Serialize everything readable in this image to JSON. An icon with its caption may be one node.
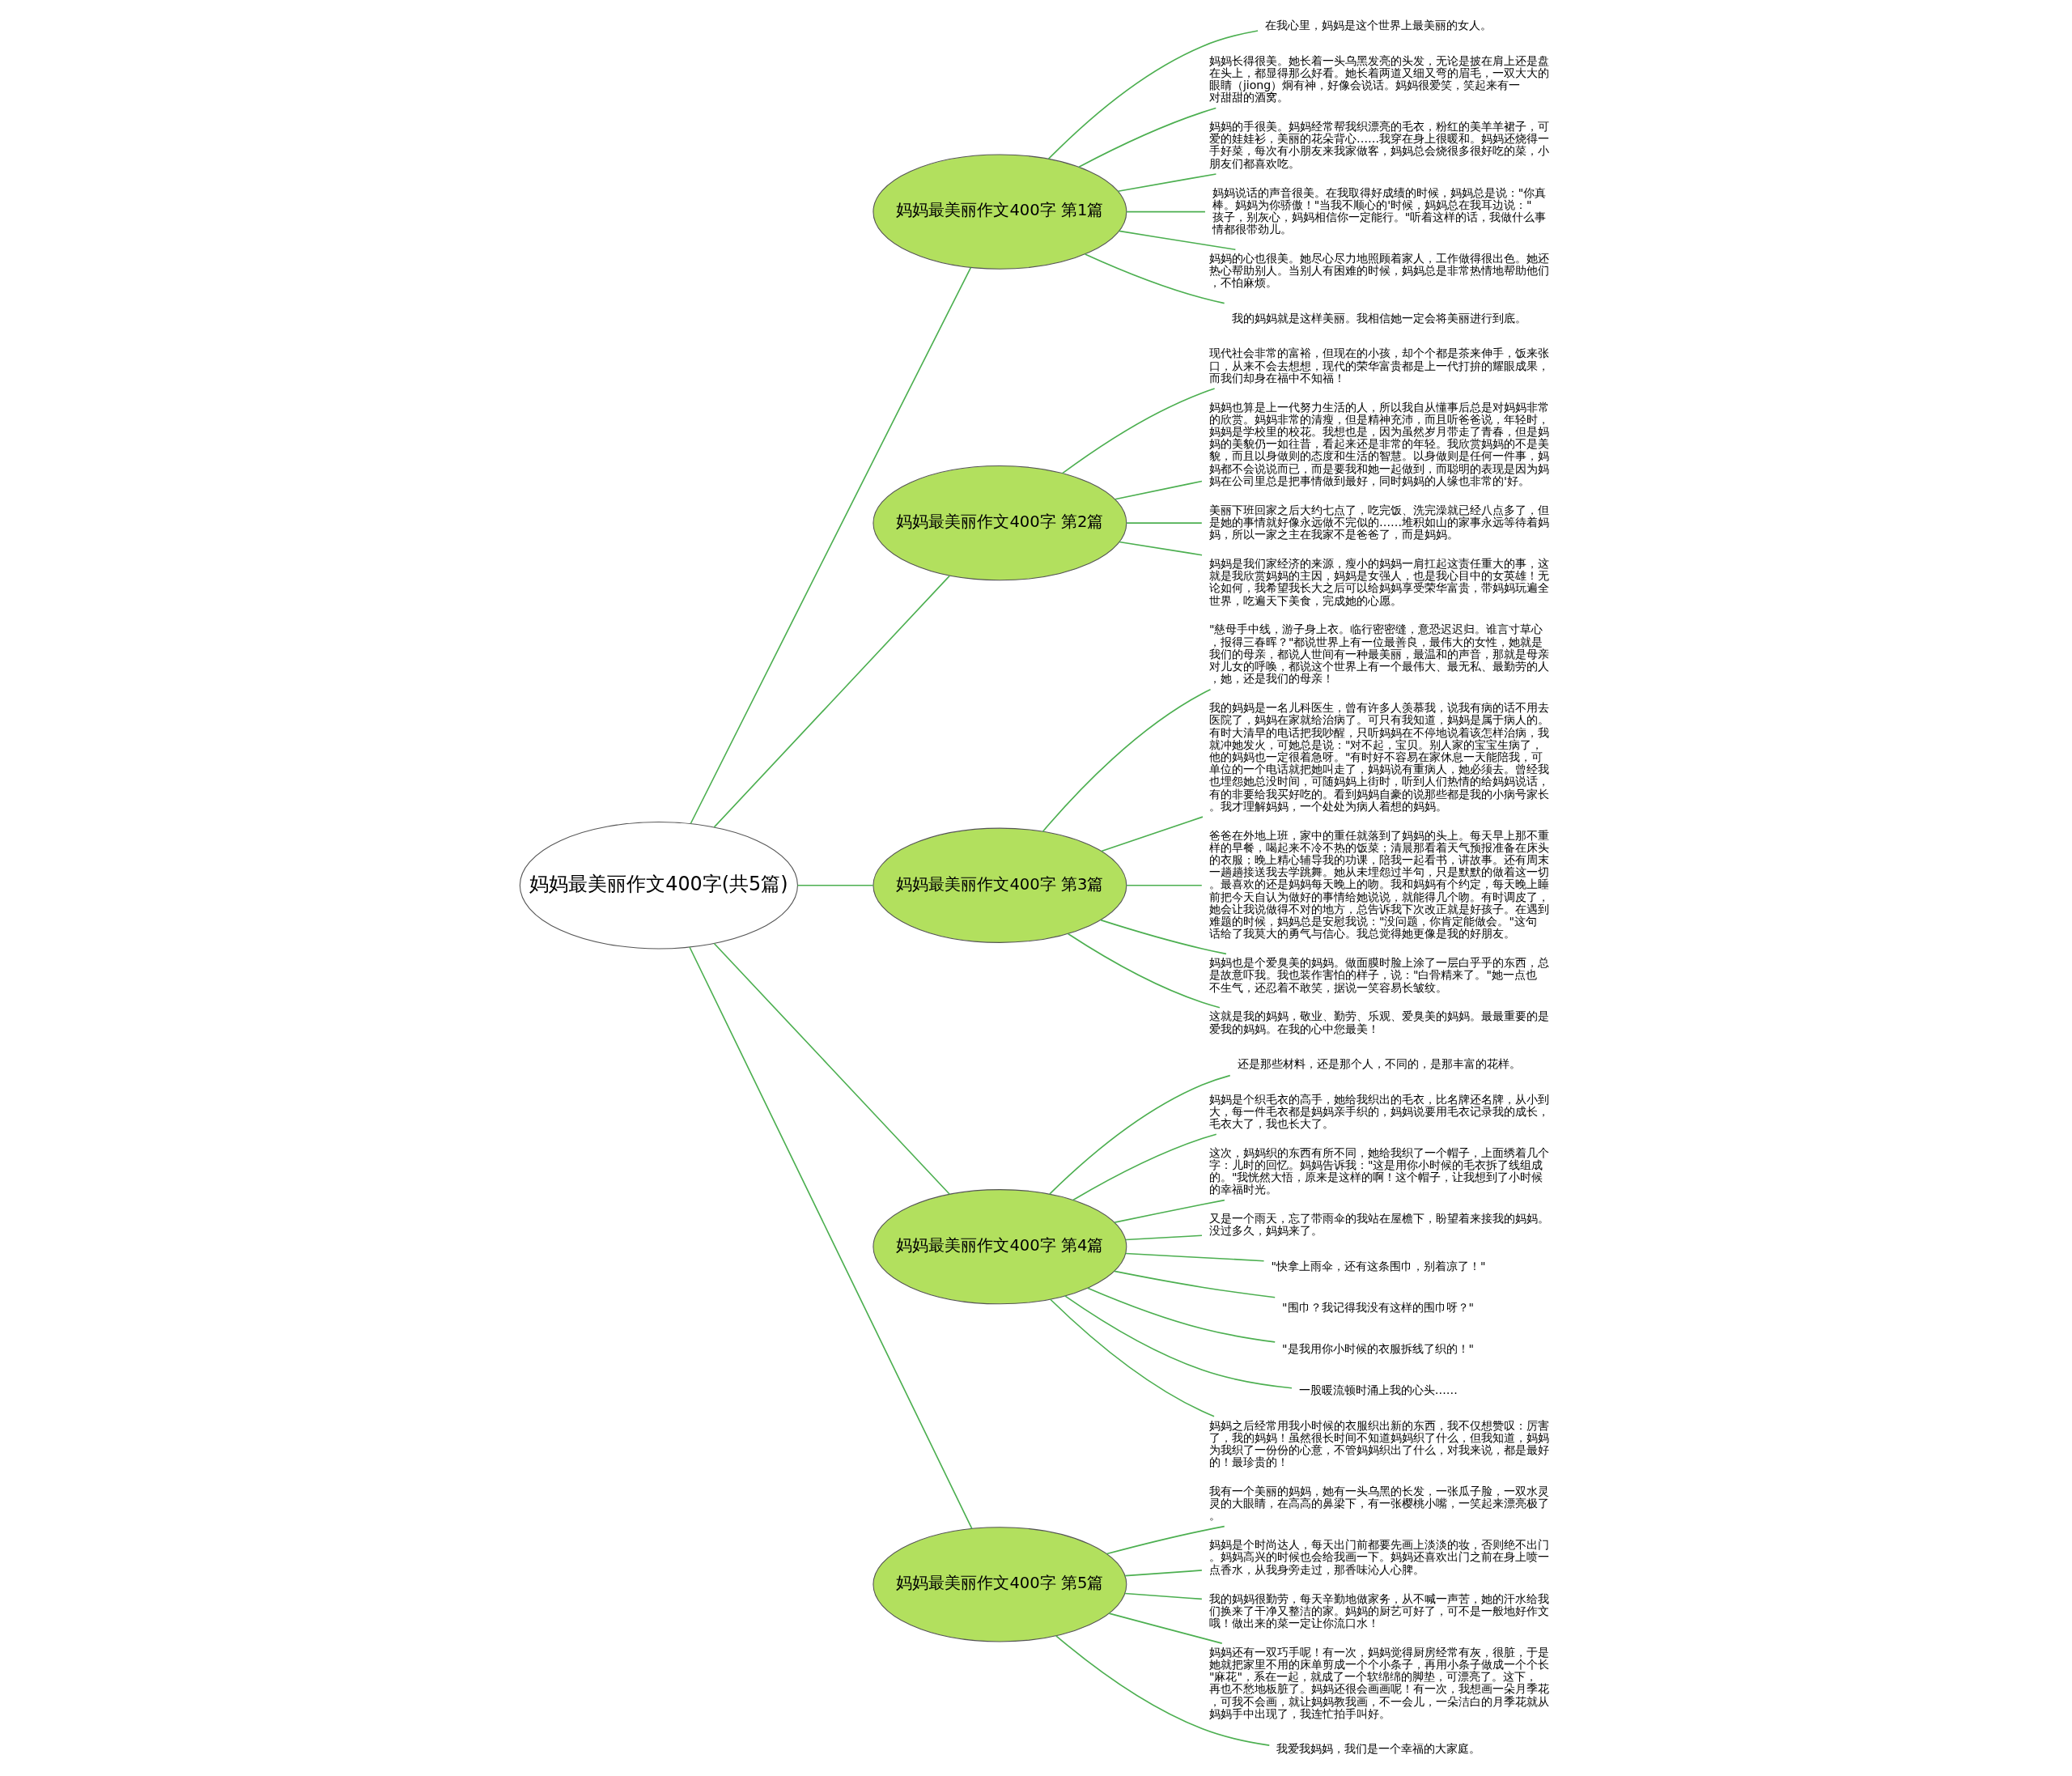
{
  "diagram": {
    "nodes": [
      {
        "text": [
          "妈妈最美丽作文400字(共5篇)"
        ]
      },
      {
        "text": [
          "妈妈最美丽作文400字 第1篇"
        ]
      },
      {
        "text": [
          "在我心里，妈妈是这个世界上最美丽的女人。"
        ]
      },
      {
        "text": [
          "妈妈长得很美。她长着一头乌黑发亮的头发，无论是披在肩上还是盘在头上，都显得那么好看。她长着两道又细又弯的眉毛，一双大大的眼睛（jiong）炯有神，好像会说话。妈妈很爱笑，笑起来有一对甜甜的酒窝。"
        ]
      },
      {
        "text": [
          "妈妈的手很美。妈妈经常帮我织漂亮的毛衣，粉红的美羊羊裙子，可爱的娃娃衫，美丽的花朵背心……我穿在身上很暖和。妈妈还烧得一手好菜，每次有小朋友来我家做客，妈妈总会烧很多很好吃的菜，小朋友们都喜欢吃。"
        ]
      },
      {
        "text": [
          "妈妈说话的声音很美。在我取得好成绩的时候，妈妈总是说：\"你真棒。妈妈为你骄傲！\"当我不顺心的'时候，妈妈总在我耳边说：\"孩子，别灰心，妈妈相信你一定能行。\"听着这样的话，我做什么事情都很带劲儿。"
        ]
      },
      {
        "text": [
          "妈妈的心也很美。她尽心尽力地照顾着家人，工作做得很出色。她还热心帮助别人。当别人有困难的时候，妈妈总是非常热情地帮助他们，不怕麻烦。"
        ]
      },
      {
        "text": [
          "我的妈妈就是这样美丽。我相信她一定会将美丽进行到底。"
        ]
      },
      {
        "text": [
          "妈妈最美丽作文400字 第2篇"
        ]
      },
      {
        "text": [
          "现代社会非常的富裕，但现在的小孩，却个个都是茶来伸手，饭来张口，从来不会去想想，现代的荣华富贵都是上一代打拚的耀眼成果，而我们却身在福中不知福！"
        ]
      },
      {
        "text": [
          "妈妈也算是上一代努力生活的人，所以我自从懂事后总是对妈妈非常的欣赏。妈妈非常的清瘦，但是精神充沛，而且听爸爸说，年轻时，妈妈是学校里的校花。我想也是，因为虽然岁月带走了青春，但是妈妈的美貌仍一如往昔，看起来还是非常的年轻。我欣赏妈妈的不是美貌，而且以身做则的态度和生活的智慧。以身做则是任何一件事，妈妈都不会说说而已，而是要我和她一起做到，而聪明的表现是因为妈妈在公司里总是把事情做到最好，同时妈妈的人缘也非常的'好。"
        ]
      },
      {
        "text": [
          "美丽下班回家之后大约七点了，吃完饭、洗完澡就已经八点多了，但是她的事情就好像永远做不完似的……堆积如山的家事永远等待着妈妈，所以一家之主在我家不是爸爸了，而是妈妈。"
        ]
      },
      {
        "text": [
          "妈妈是我们家经济的来源，瘦小的妈妈一肩扛起这责任重大的事，这就是我欣赏妈妈的主因，妈妈是女强人，也是我心目中的女英雄！无论如何，我希望我长大之后可以给妈妈享受荣华富贵，带妈妈玩遍全世界，吃遍天下美食，完成她的心愿。"
        ]
      },
      {
        "text": [
          "妈妈最美丽作文400字 第3篇"
        ]
      },
      {
        "text": [
          "\"慈母手中线，游子身上衣。临行密密缝，意恐迟迟归。谁言寸草心，报得三春晖？\"都说世界上有一位最善良，最伟大的女性，她就是我们的母亲，都说人世间有一种最美丽，最温和的声音，那就是母亲对儿女的呼唤，都说这个世界上有一个最伟大、最无私、最勤劳的人，她，还是我们的母亲！"
        ]
      },
      {
        "text": [
          "我的妈妈是一名儿科医生，曾有许多人羡慕我，说我有病的话不用去医院了，妈妈在家就给治病了。可只有我知道，妈妈是属于病人的。有时大清早的电话把我吵醒，只听妈妈在不停地说着该怎样治病，我就冲她发火，可她总是说：\"对不起，宝贝。别人家的宝宝生病了，他的妈妈也一定很着急呀。\"有时好不容易在家休息一天能陪我，可单位的一个电话就把她叫走了，妈妈说有重病人，她必须去。曾经我也埋怨她总没时间，可随妈妈上街时，听到人们热情的给妈妈说话，有的非要给我买好吃的。看到妈妈自豪的说那些都是我的小病号家长。我才理解妈妈，一个处处为病人着想的妈妈。"
        ]
      },
      {
        "text": [
          "爸爸在外地上班，家中的重任就落到了妈妈的头上。每天早上那不重样的早餐，喝起来不冷不热的饭菜；清晨那看着天气预报准备在床头的衣服；晚上精心辅导我的功课，陪我一起看书，讲故事。还有周末一趟趟接送我去学跳舞。她从未埋怨过半句，只是默默的做着这一切。最喜欢的还是妈妈每天晚上的吻。我和妈妈有个约定，每天晚上睡前把今天自认为做好的事情给她说说，就能得几个吻。有时调皮了，她会让我说做得不对的地方，总告诉我下次改正就是好孩子。在遇到难题的时候，妈妈总是安慰我说：\"没问题，你肯定能做会。\"这句话给了我莫大的勇气与信心。我总觉得她更像是我的好朋友。"
        ]
      },
      {
        "text": [
          "妈妈也是个爱臭美的妈妈。做面膜时脸上涂了一层白乎乎的东西，总是故意吓我。我也装作害怕的样子，说：\"白骨精来了。\"她一点也不生气，还忍着不敢笑，据说一笑容易长皱纹。"
        ]
      },
      {
        "text": [
          "这就是我的妈妈，敬业、勤劳、乐观、爱臭美的妈妈。最最重要的是爱我的妈妈。在我的心中您最美！"
        ]
      },
      {
        "text": [
          "妈妈最美丽作文400字 第4篇"
        ]
      },
      {
        "text": [
          "还是那些材料，还是那个人，不同的，是那丰富的花样。"
        ]
      },
      {
        "text": [
          "妈妈是个织毛衣的高手，她给我织出的毛衣，比名牌还名牌，从小到大，每一件毛衣都是妈妈亲手织的，妈妈说要用毛衣记录我的成长，毛衣大了，我也长大了。"
        ]
      },
      {
        "text": [
          "这次，妈妈织的东西有所不同，她给我织了一个帽子，上面绣着几个字：儿时的回忆。妈妈告诉我：\"这是用你小时候的毛衣拆了线组成的。\"我恍然大悟，原来是这样的啊！这个帽子，让我想到了小时候的幸福时光。"
        ]
      },
      {
        "text": [
          "又是一个雨天，忘了带雨伞的我站在屋檐下，盼望着来接我的妈妈。没过多久，妈妈来了。"
        ]
      },
      {
        "text": [
          "\"快拿上雨伞，还有这条围巾，别着凉了！\""
        ]
      },
      {
        "text": [
          "\"围巾？我记得我没有这样的围巾呀？\""
        ]
      },
      {
        "text": [
          "\"是我用你小时候的衣服拆线了织的！\""
        ]
      },
      {
        "text": [
          "一股暖流顿时涌上我的心头……"
        ]
      },
      {
        "text": [
          "妈妈之后经常用我小时候的衣服织出新的东西，我不仅想赞叹：厉害了，我的妈妈！虽然很长时间不知道妈妈织了什么，但我知道，妈妈为我织了一份份的心意，不管妈妈织出了什么，对我来说，都是最好的！最珍贵的！"
        ]
      },
      {
        "text": [
          "妈妈最美丽作文400字 第5篇"
        ]
      },
      {
        "text": [
          "我有一个美丽的妈妈，她有一头乌黑的长发，一张瓜子脸，一双水灵灵的大眼睛，在高高的鼻梁下，有一张樱桃小嘴，一笑起来漂亮极了。"
        ]
      },
      {
        "text": [
          "妈妈是个时尚达人，每天出门前都要先画上淡淡的妆，否则绝不出门。妈妈高兴的时候也会给我画一下。妈妈还喜欢出门之前在身上喷一点香水，从我身旁走过，那香味沁人心脾。"
        ]
      },
      {
        "text": [
          "我的妈妈很勤劳，每天辛勤地做家务，从不喊一声苦，她的汗水给我们换来了干净又整洁的家。妈妈的厨艺可好了，可不是一般地好作文哦！做出来的菜一定让你流口水！"
        ]
      },
      {
        "text": [
          "妈妈还有一双巧手呢！有一次，妈妈觉得厨房经常有灰，很脏，于是她就把家里不用的床单剪成一个个小条子，再用小条子做成一个个长\"麻花\"，系在一起，就成了一个软绵绵的脚垫，可漂亮了。这下，再也不愁地板脏了。妈妈还很会画画呢！有一次，我想画一朵月季花，可我不会画，就让妈妈教我画，不一会儿，一朵洁白的月季花就从妈妈手中出现了，我连忙拍手叫好。"
        ]
      },
      {
        "text": [
          "我爱我妈妈，我们是一个幸福的大家庭。"
        ]
      }
    ],
    "edges": [
      {
        "from": 0,
        "to": 1,
        "arrow": "none"
      },
      {
        "from": 1,
        "to": 2,
        "arrow": "none"
      },
      {
        "from": 1,
        "to": 3,
        "arrow": "none"
      },
      {
        "from": 1,
        "to": 4,
        "arrow": "none"
      },
      {
        "from": 1,
        "to": 5,
        "arrow": "none"
      },
      {
        "from": 1,
        "to": 6,
        "arrow": "none"
      },
      {
        "from": 1,
        "to": 7,
        "arrow": "none"
      },
      {
        "from": 0,
        "to": 8,
        "arrow": "none"
      },
      {
        "from": 8,
        "to": 9,
        "arrow": "none"
      },
      {
        "from": 8,
        "to": 10,
        "arrow": "none"
      },
      {
        "from": 8,
        "to": 11,
        "arrow": "none"
      },
      {
        "from": 8,
        "to": 12,
        "arrow": "none"
      },
      {
        "from": 0,
        "to": 13,
        "arrow": "none"
      },
      {
        "from": 13,
        "to": 14,
        "arrow": "none"
      },
      {
        "from": 13,
        "to": 15,
        "arrow": "none"
      },
      {
        "from": 13,
        "to": 16,
        "arrow": "none"
      },
      {
        "from": 13,
        "to": 17,
        "arrow": "none"
      },
      {
        "from": 13,
        "to": 18,
        "arrow": "none"
      },
      {
        "from": 0,
        "to": 19,
        "arrow": "none"
      },
      {
        "from": 19,
        "to": 20,
        "arrow": "none"
      },
      {
        "from": 19,
        "to": 21,
        "arrow": "none"
      },
      {
        "from": 19,
        "to": 22,
        "arrow": "none"
      },
      {
        "from": 19,
        "to": 23,
        "arrow": "none"
      },
      {
        "from": 19,
        "to": 24,
        "arrow": "none"
      },
      {
        "from": 19,
        "to": 25,
        "arrow": "none"
      },
      {
        "from": 19,
        "to": 26,
        "arrow": "none"
      },
      {
        "from": 19,
        "to": 27,
        "arrow": "none"
      },
      {
        "from": 19,
        "to": 28,
        "arrow": "none"
      },
      {
        "from": 0,
        "to": 29,
        "arrow": "none"
      },
      {
        "from": 29,
        "to": 30,
        "arrow": "none"
      },
      {
        "from": 29,
        "to": 31,
        "arrow": "none"
      },
      {
        "from": 29,
        "to": 32,
        "arrow": "none"
      },
      {
        "from": 29,
        "to": 33,
        "arrow": "none"
      },
      {
        "from": 29,
        "to": 34,
        "arrow": "none"
      }
    ]
  }
}
